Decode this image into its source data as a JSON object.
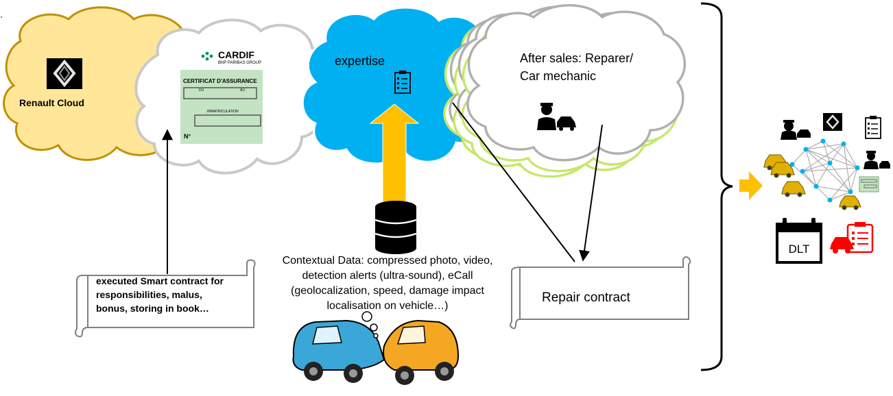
{
  "clouds": {
    "renault": {
      "label": "Renault Cloud"
    },
    "insurer": {
      "brand": "CARDIF",
      "brand_sub": "BNP PARIBAS GROUP",
      "certificate_title": "CERTIFICAT D'ASSURANCE",
      "field_du": "DU",
      "field_au": "AU",
      "field_immat": "IMMATRICULATION",
      "field_no": "N°"
    },
    "expertise": {
      "label": "expertise"
    },
    "after_sales": {
      "label_line1": "After sales: Reparer/",
      "label_line2": "Car mechanic"
    }
  },
  "contextual_data": {
    "line1": "Contextual Data: compressed photo, video,",
    "line2": "detection alerts (ultra-sound), eCall",
    "line3": "(geolocalization, speed, damage impact",
    "line4": "localisation on vehicle…)"
  },
  "smart_contract_scroll": {
    "line1": "executed Smart contract for",
    "line2": "responsibilities, malus,",
    "line3": "bonus, storing in book…"
  },
  "repair_contract_scroll": {
    "label": "Repair contract"
  },
  "network": {
    "dlt_label": "DLT"
  },
  "colors": {
    "renault_cloud_fill": "#ffe699",
    "renault_cloud_stroke": "#bf9000",
    "insurer_cloud_stroke": "#c9c9c9",
    "expertise_cloud_fill": "#00b0f0",
    "after_sales_green": "#c6e86b",
    "after_sales_grey": "#b0b0b0",
    "arrow_yellow": "#ffc000",
    "certificate_green": "#c3e3c3",
    "car_blue": "#3aa7d8",
    "car_orange": "#f5a623",
    "network_node": "#00b0f0",
    "taxi_yellow": "#e0b000",
    "alert_red": "#ff0000"
  },
  "icons": [
    "renault-logo-icon",
    "checklist-icon",
    "mechanic-icon",
    "database-icon",
    "collision-icon",
    "network-graph-icon",
    "calendar-icon",
    "red-car-checklist-icon"
  ]
}
